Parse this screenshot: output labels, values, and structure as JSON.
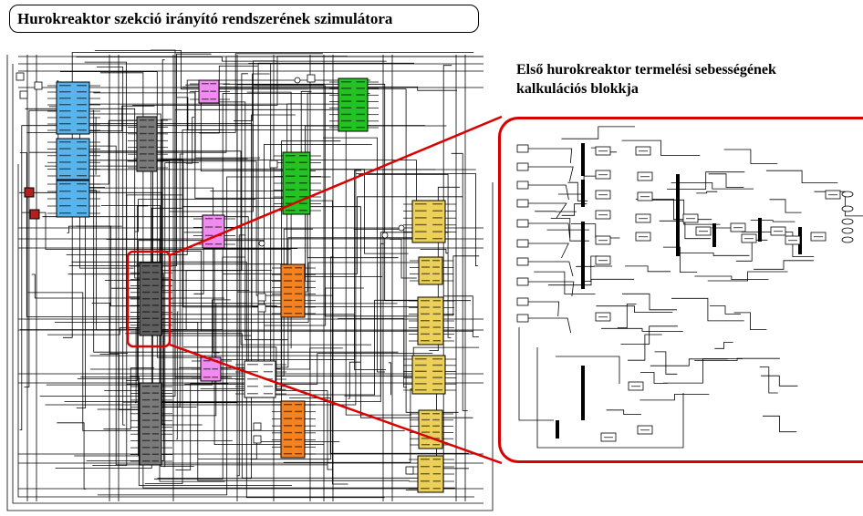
{
  "title": "Hurokreaktor szekció irányító rendszerének szimulátora",
  "callout": {
    "line1": "Első hurokreaktor termelési sebességének",
    "line2": "kalkulációs blokkja"
  },
  "colors": {
    "highlight": "#d90000",
    "blue_block": "#5ab4ec",
    "gray_block": "#7a7a7a",
    "dark_gray_block": "#5f5f5f",
    "magenta_block": "#f08cf0",
    "green_block": "#22c322",
    "orange_block": "#f58220",
    "yellow_block": "#ecd05a",
    "red_block": "#b41e1e"
  }
}
